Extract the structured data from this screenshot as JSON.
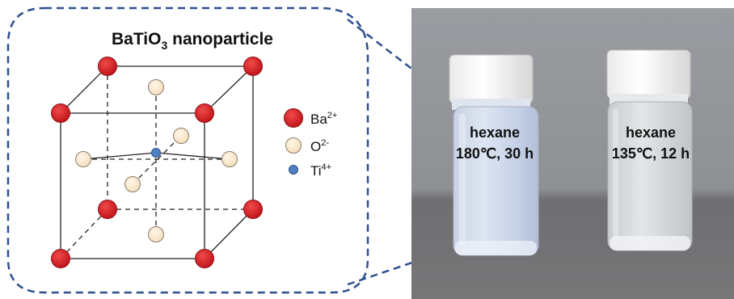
{
  "title": {
    "prefix": "BaTiO",
    "subscript": "3",
    "suffix": " nanoparticle"
  },
  "legend": [
    {
      "ion": "Ba",
      "charge": "2+",
      "color": "#d4171d"
    },
    {
      "ion": "O",
      "charge": "2-",
      "color": "#f8e2c3"
    },
    {
      "ion": "Ti",
      "charge": "4+",
      "color": "#4f80c4"
    }
  ],
  "vials": [
    {
      "solvent": "hexane",
      "conditions": "180℃, 30 h",
      "appearance": "cloudy"
    },
    {
      "solvent": "hexane",
      "conditions": "135℃, 12 h",
      "appearance": "clear"
    }
  ],
  "colors": {
    "callout_border": "#2e4f8f",
    "atom_outline": "#a51a1a"
  }
}
